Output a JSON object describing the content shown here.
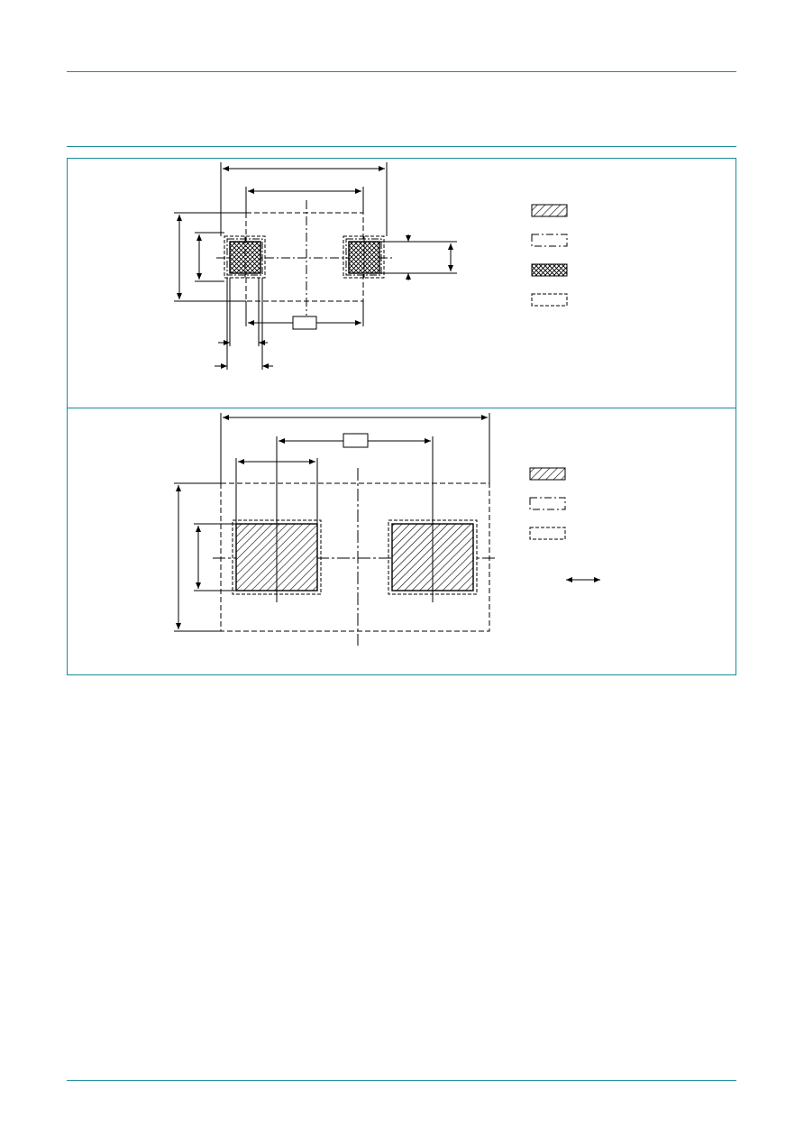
{
  "colors": {
    "rule": "#1a8c9c",
    "frame": "#1a8c9c",
    "ink": "#000000",
    "paper": "#ffffff"
  },
  "figures": [
    {
      "id": "reflow-footprint",
      "legend": [
        "solder-land-hatched",
        "occupied-area-dashdot",
        "solder-paste-crosshatch",
        "solder-resist-dashed"
      ]
    },
    {
      "id": "wave-footprint",
      "legend": [
        "solder-land-hatched",
        "occupied-area-dashdot",
        "solder-resist-dashed"
      ],
      "symbols": [
        "board-direction-arrow"
      ]
    }
  ]
}
